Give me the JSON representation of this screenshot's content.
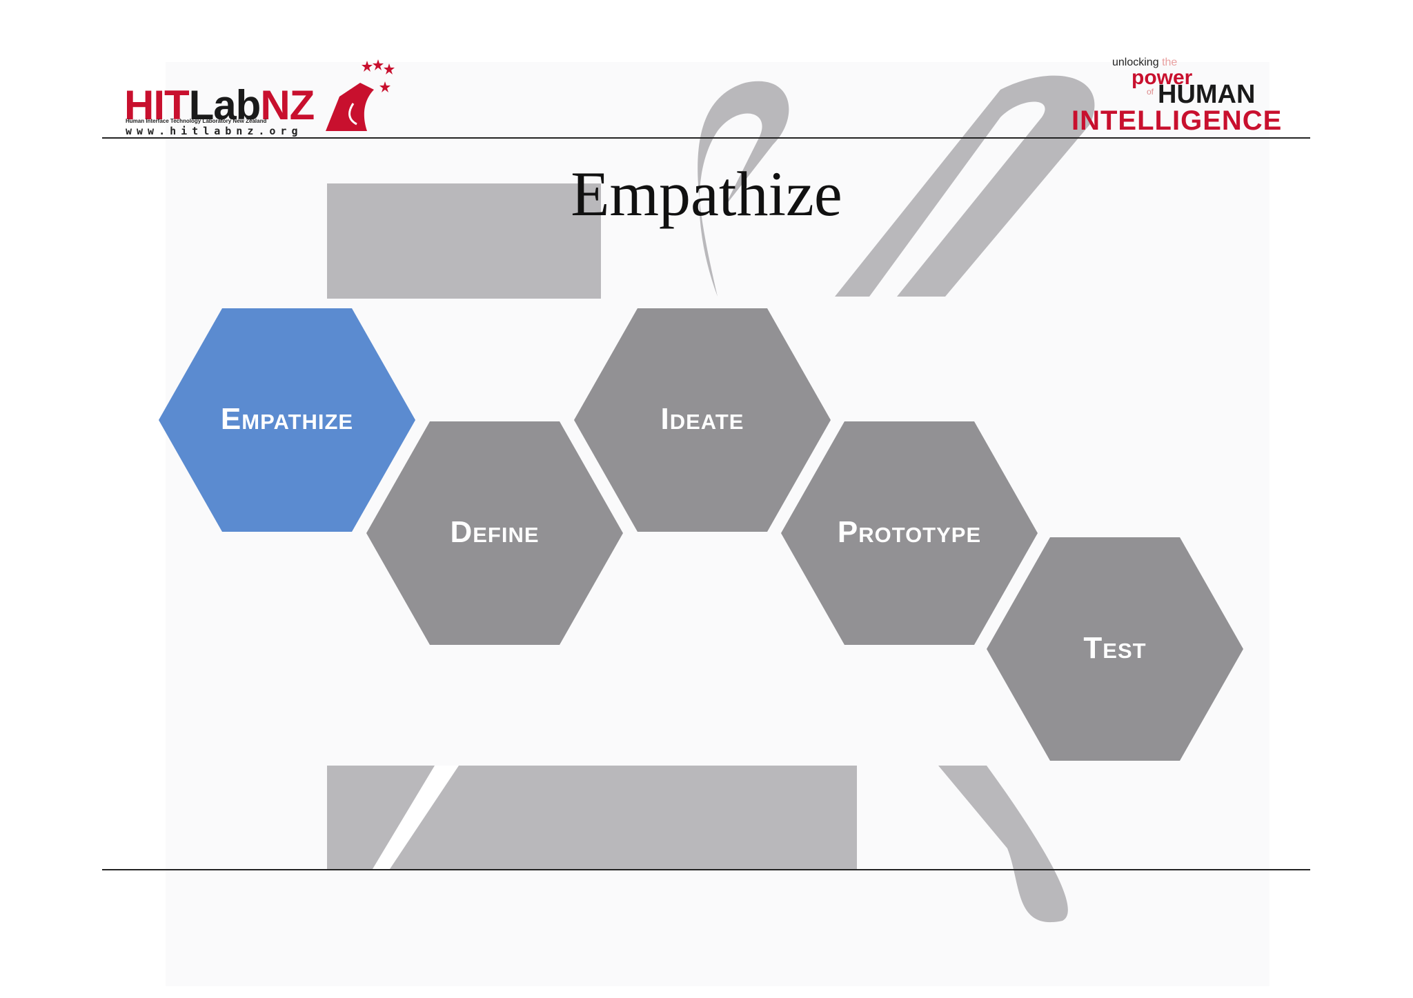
{
  "header": {
    "logo_left": {
      "brand_part1": "HIT",
      "brand_part2": "Lab",
      "brand_part3": "NZ",
      "subtitle": "Human Interface Technology Laboratory New Zealand",
      "url": "www.hitlabnz.org"
    },
    "logo_right": {
      "unlocking": "unlocking",
      "the": "the",
      "power": "power",
      "of": "of",
      "human": "HUMAN",
      "intelligence": "INTELLIGENCE"
    }
  },
  "slide": {
    "title": "Empathize"
  },
  "diagram": {
    "active_color": "#5b8bd0",
    "inactive_color": "#929194",
    "steps": [
      {
        "label": "Empathize",
        "active": true
      },
      {
        "label": "Define",
        "active": false
      },
      {
        "label": "Ideate",
        "active": false
      },
      {
        "label": "Prototype",
        "active": false
      },
      {
        "label": "Test",
        "active": false
      }
    ]
  }
}
